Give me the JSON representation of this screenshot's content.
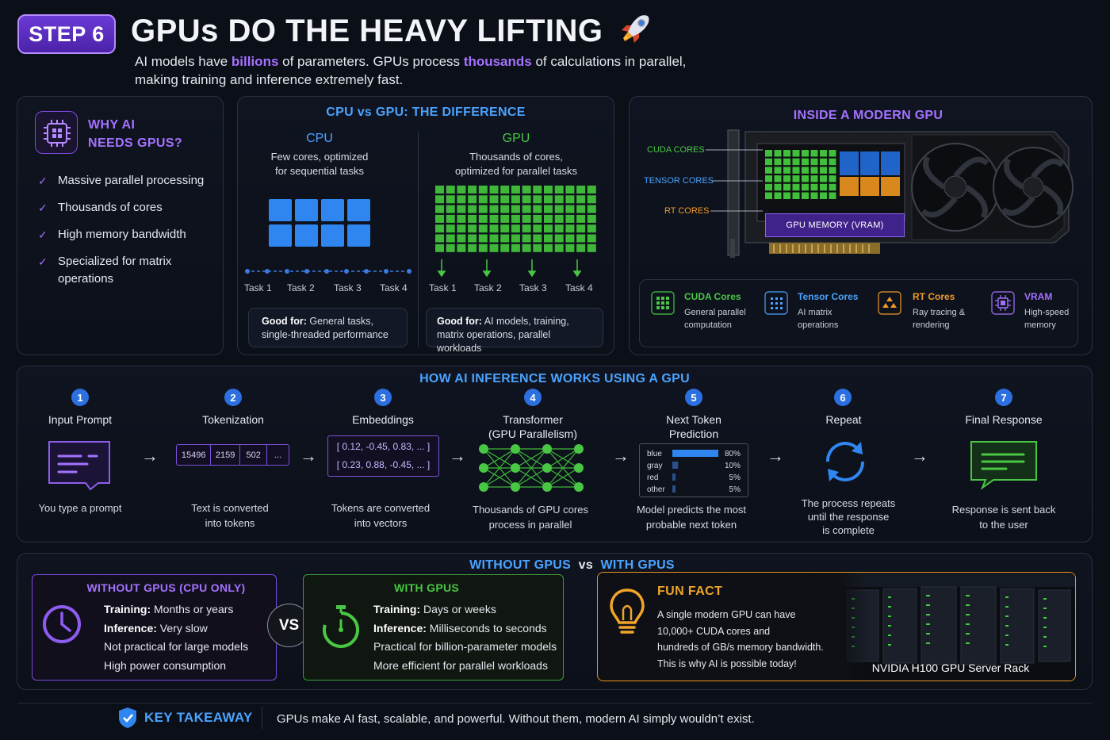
{
  "header": {
    "step": "STEP 6",
    "title": "GPUs DO THE HEAVY LIFTING",
    "subtitle_pre": "AI models have ",
    "subtitle_b1": "billions",
    "subtitle_mid": " of parameters. GPUs process ",
    "subtitle_b2": "thousands",
    "subtitle_post": " of calculations in parallel,",
    "subtitle_line2": "making training and inference extremely fast."
  },
  "why": {
    "title_line1": "WHY AI",
    "title_line2": "NEEDS GPUS?",
    "items": [
      "Massive parallel processing",
      "Thousands of cores",
      "High memory bandwidth",
      "Specialized for matrix operations"
    ]
  },
  "cpu_vs_gpu": {
    "title": "CPU vs GPU: THE DIFFERENCE",
    "cpu": {
      "title": "CPU",
      "desc_line1": "Few cores, optimized",
      "desc_line2": "for sequential tasks",
      "tasks": [
        "Task 1",
        "Task 2",
        "Task 3",
        "Task 4"
      ],
      "good_label": "Good for:",
      "good_line1": " General tasks,",
      "good_line2": "single-threaded performance"
    },
    "gpu": {
      "title": "GPU",
      "desc_line1": "Thousands of cores,",
      "desc_line2": "optimized for parallel tasks",
      "tasks": [
        "Task 1",
        "Task 2",
        "Task 3",
        "Task 4"
      ],
      "good_label": "Good for:",
      "good_line1": " AI models, training,",
      "good_line2": "matrix operations, parallel workloads"
    }
  },
  "inside_gpu": {
    "title": "INSIDE A MODERN GPU",
    "labels": {
      "cuda": "CUDA CORES",
      "tensor": "TENSOR CORES",
      "rt": "RT CORES",
      "vram": "GPU MEMORY (VRAM)"
    },
    "legend": [
      {
        "title": "CUDA Cores",
        "line1": "General parallel",
        "line2": "computation"
      },
      {
        "title": "Tensor Cores",
        "line1": "AI matrix",
        "line2": "operations"
      },
      {
        "title": "RT Cores",
        "line1": "Ray tracing &",
        "line2": "rendering"
      },
      {
        "title": "VRAM",
        "line1": "High-speed",
        "line2": "memory"
      }
    ]
  },
  "inference": {
    "title": "HOW AI INFERENCE WORKS USING A GPU",
    "steps": [
      {
        "num": "1",
        "title": "Input Prompt",
        "desc1": "You type a prompt",
        "desc2": ""
      },
      {
        "num": "2",
        "title": "Tokenization",
        "desc1": "Text is converted",
        "desc2": "into tokens"
      },
      {
        "num": "3",
        "title": "Embeddings",
        "desc1": "Tokens are converted",
        "desc2": "into vectors"
      },
      {
        "num": "4",
        "title": "Transformer",
        "title2": "(GPU Parallelism)",
        "desc1": "Thousands of GPU cores",
        "desc2": "process in parallel"
      },
      {
        "num": "5",
        "title": "Next Token",
        "title2": "Prediction",
        "desc1": "Model predicts the most",
        "desc2": "probable next token"
      },
      {
        "num": "6",
        "title": "Repeat",
        "desc1": "The process repeats",
        "desc2": "until the response",
        "desc3": "is complete"
      },
      {
        "num": "7",
        "title": "Final Response",
        "desc1": "Response is sent back",
        "desc2": "to the user"
      }
    ],
    "tokens": [
      "15496",
      "2159",
      "502",
      "..."
    ],
    "vectors": [
      "[ 0.12,  -0.45,  0.83,  ... ]",
      "[ 0.23,  0.88,  -0.45,  ... ]"
    ],
    "predictions": [
      {
        "word": "blue",
        "pct": "80%",
        "value": 0.8
      },
      {
        "word": "gray",
        "pct": "10%",
        "value": 0.1
      },
      {
        "word": "red",
        "pct": "5%",
        "value": 0.05
      },
      {
        "word": "other",
        "pct": "5%",
        "value": 0.05
      }
    ]
  },
  "comparison": {
    "title_left": "WITHOUT GPUS",
    "title_vs": "vs",
    "title_right": "WITH GPUS",
    "without": {
      "title": "WITHOUT GPUS (CPU ONLY)",
      "training_label": "Training:",
      "training_value": " Months or years",
      "inference_label": "Inference:",
      "inference_value": " Very slow",
      "line3": "Not practical for large models",
      "line4": "High power consumption"
    },
    "vs": "VS",
    "with": {
      "title": "WITH GPUS",
      "training_label": "Training:",
      "training_value": " Days or weeks",
      "inference_label": "Inference:",
      "inference_value": " Milliseconds to seconds",
      "line3": "Practical for billion-parameter models",
      "line4": "More efficient for parallel workloads"
    }
  },
  "fun_fact": {
    "title": "FUN FACT",
    "line1": "A single modern GPU can have",
    "line2": "10,000+ CUDA cores and",
    "line3": "hundreds of GB/s memory bandwidth.",
    "line4": "This is why AI is possible today!",
    "caption": "NVIDIA H100 GPU Server Rack"
  },
  "takeaway": {
    "label": "KEY TAKEAWAY",
    "text": "GPUs make AI fast, scalable, and powerful. Without them, modern AI simply wouldn’t exist."
  }
}
